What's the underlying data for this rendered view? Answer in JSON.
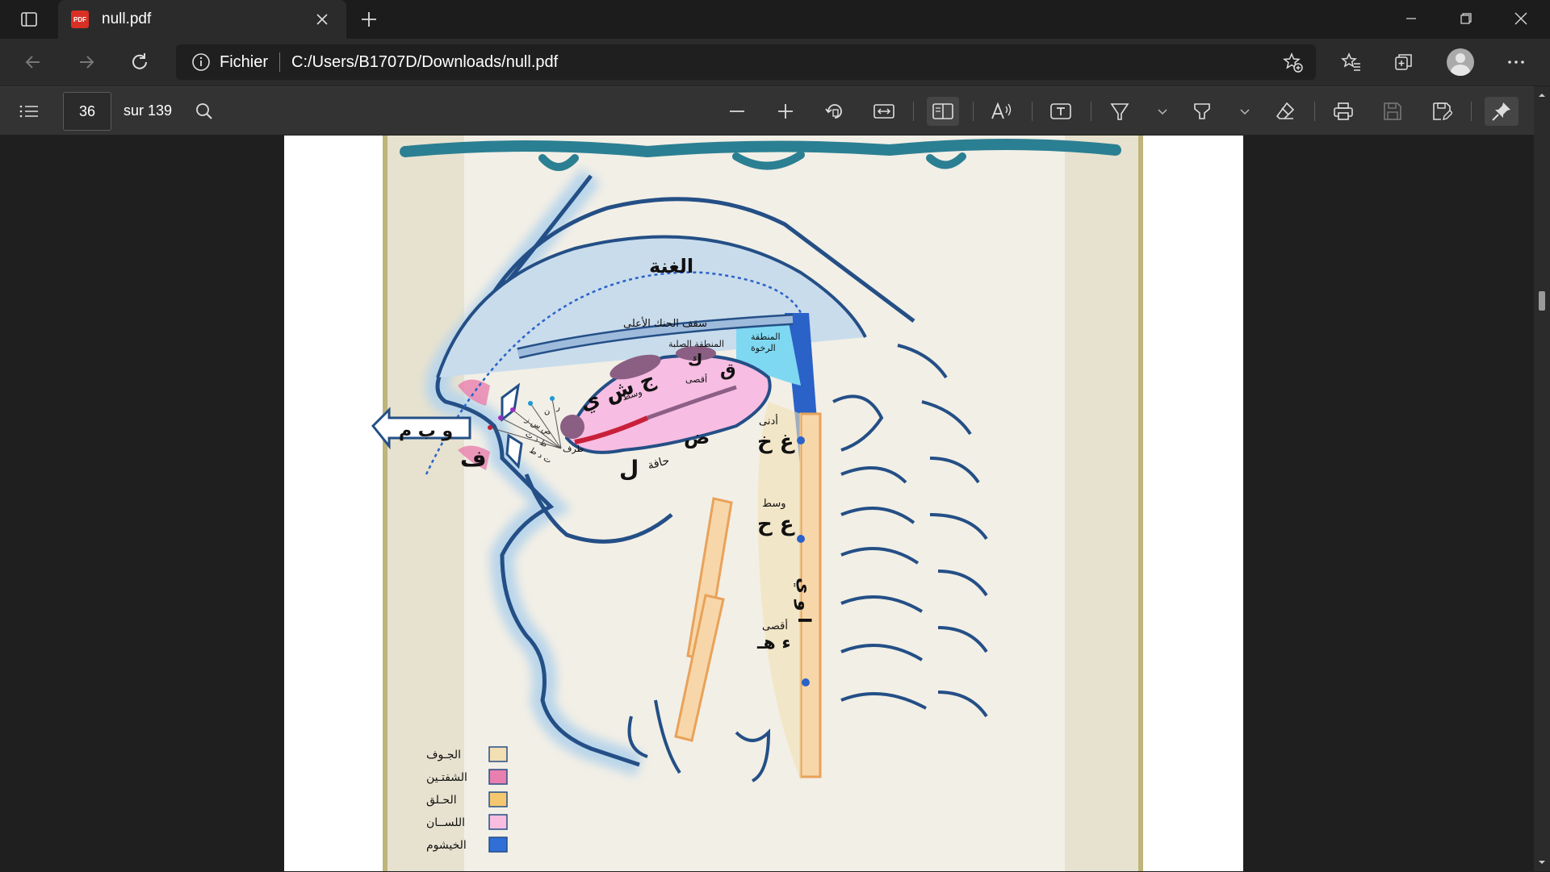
{
  "browser": {
    "tab": {
      "title": "null.pdf",
      "favicon": "pdf-file-icon"
    },
    "address": {
      "scheme_label": "Fichier",
      "url": "C:/Users/B1707D/Downloads/null.pdf"
    },
    "icons": {
      "tab_actions": "tab-actions-icon",
      "close_tab": "close-icon",
      "new_tab": "plus-icon",
      "back": "arrow-left-icon",
      "forward": "arrow-right-icon",
      "refresh": "refresh-icon",
      "info": "info-icon",
      "add_favorite": "star-plus-icon",
      "favorites": "favorites-icon",
      "collections": "collections-icon",
      "profile": "profile-avatar",
      "more": "more-icon"
    }
  },
  "pdf_toolbar": {
    "current_page": "36",
    "page_count_text": "sur 139",
    "tools": [
      "contents",
      "search",
      "zoom-out",
      "zoom-in",
      "rotate",
      "fit-width",
      "page-view",
      "read-aloud",
      "text",
      "draw",
      "highlight",
      "erase",
      "print",
      "save",
      "save-as",
      "pin"
    ]
  },
  "diagram": {
    "title": "مخارج الحروف",
    "labels": {
      "ghunna": "الغنة",
      "hard_palate_roof": "سقف الحنك الأعلى",
      "hard_region": "المنطقة الصلبة",
      "soft_region_1": "المنطقة",
      "soft_region_2": "الرخوة",
      "qaf": "ق",
      "kaf": "ك",
      "aqsa_tongue": "أقصى",
      "jeem_sheen_ya": "ج ش ي",
      "wasat_tongue": "وسط",
      "taraf": "طرف",
      "dad": "ض",
      "hafa": "حافة",
      "lam": "ل",
      "waw_ba_meem": "و  ب  م",
      "fa": "ف",
      "adna": "أدنى",
      "ghain_kha": "غ خ",
      "wasat_throat": "وسط",
      "ain_ha": "ع ح",
      "alif_waw_ya": "ا و ي",
      "aqsa_throat": "أقصى",
      "hamza_ha": "ء هـ",
      "teeth_1": "ت د ط",
      "teeth_2": "ظ ذ ث",
      "teeth_3": "ص س ز",
      "teeth_4": "ن",
      "teeth_5": "ر"
    },
    "legend": [
      {
        "label": "الجـوف",
        "color": "#f2dfb4"
      },
      {
        "label": "الشفتـين",
        "color": "#e87fae"
      },
      {
        "label": "الحـلق",
        "color": "#f5c870"
      },
      {
        "label": "اللســان",
        "color": "#f9bde0"
      },
      {
        "label": "الخيشوم",
        "color": "#2f6fd6"
      }
    ]
  }
}
